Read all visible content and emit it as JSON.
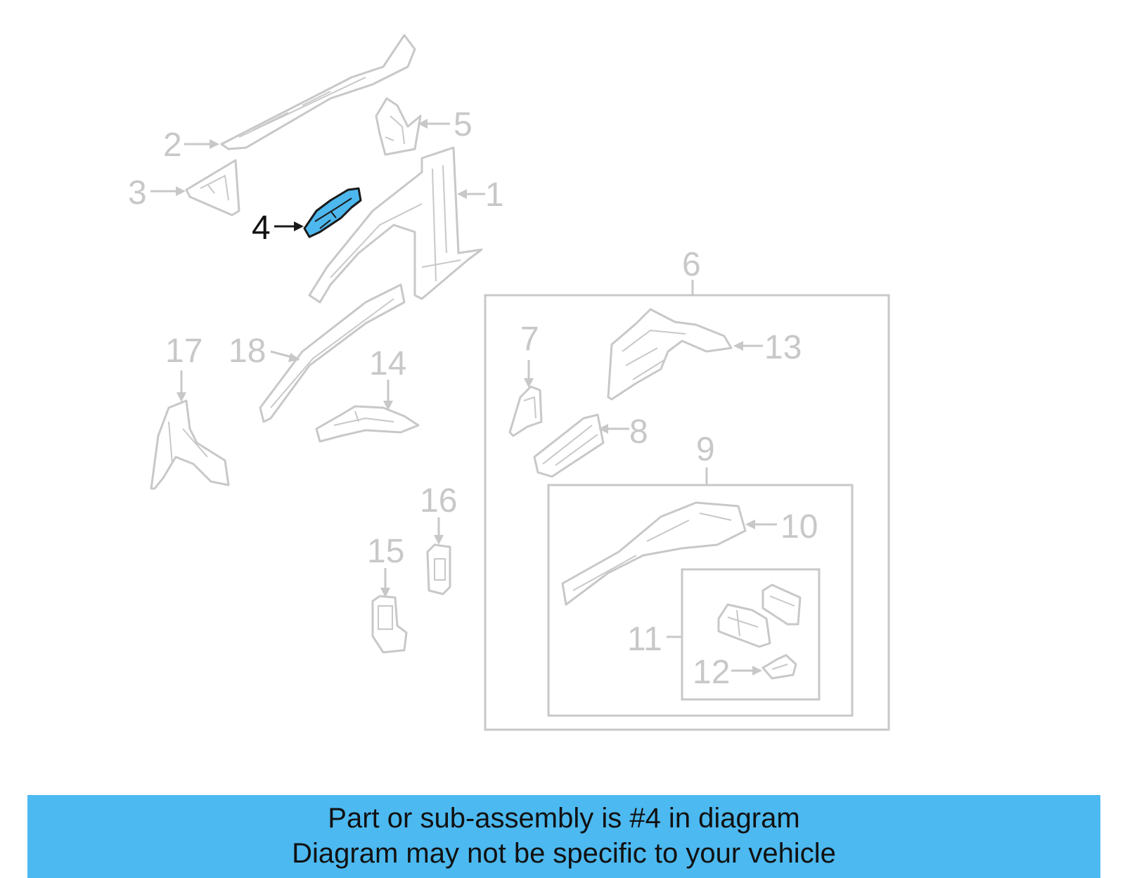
{
  "callouts": {
    "c1": "1",
    "c2": "2",
    "c3": "3",
    "c4": "4",
    "c5": "5",
    "c6": "6",
    "c7": "7",
    "c8": "8",
    "c9": "9",
    "c10": "10",
    "c11": "11",
    "c12": "12",
    "c13": "13",
    "c14": "14",
    "c15": "15",
    "c16": "16",
    "c17": "17",
    "c18": "18"
  },
  "highlight": {
    "part_number": "4",
    "color": "#4db8ee"
  },
  "banner": {
    "line1": "Part or sub-assembly is #4 in diagram",
    "line2": "Diagram may not be specific to your vehicle",
    "background": "#4cb9f0"
  }
}
